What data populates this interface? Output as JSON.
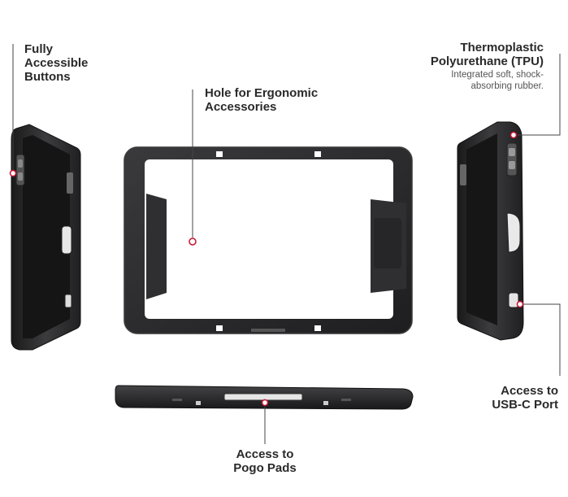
{
  "callouts": {
    "buttons": {
      "line1": "Fully",
      "line2": "Accessible",
      "line3": "Buttons"
    },
    "hole": {
      "line1": "Hole for Ergonomic",
      "line2": "Accessories"
    },
    "tpu": {
      "line1": "Thermoplastic",
      "line2": "Polyurethane (TPU)",
      "desc1": "Integrated soft, shock-",
      "desc2": "absorbing rubber."
    },
    "usbc": {
      "line1": "Access to",
      "line2": "USB-C Port"
    },
    "pogo": {
      "line1": "Access to",
      "line2": "Pogo Pads"
    }
  },
  "colors": {
    "case_body": "#2b2b2d",
    "case_edge": "#1a1a1b",
    "case_highlight": "#4a4a4c",
    "callout_line": "#444444",
    "marker": "#c8102e"
  }
}
